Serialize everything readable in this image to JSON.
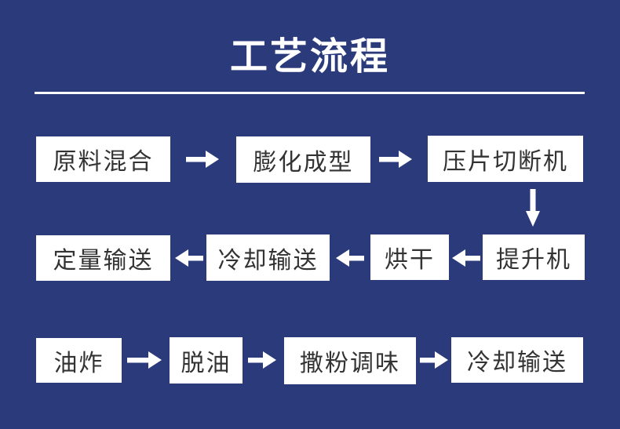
{
  "page": {
    "title": "工艺流程"
  },
  "colors": {
    "background": "#2B3A7B",
    "box_bg": "#FFFFFF",
    "box_text": "#333333",
    "accent_white": "#FFFFFF"
  },
  "flow": {
    "rows": [
      {
        "direction": "right",
        "steps": [
          {
            "label": "原料混合"
          },
          {
            "label": "膨化成型"
          },
          {
            "label": "压片切断机"
          }
        ]
      },
      {
        "direction": "left",
        "steps": [
          {
            "label": "定量输送"
          },
          {
            "label": "冷却输送"
          },
          {
            "label": "烘干"
          },
          {
            "label": "提升机"
          }
        ]
      },
      {
        "direction": "right",
        "steps": [
          {
            "label": "油炸"
          },
          {
            "label": "脱油"
          },
          {
            "label": "撒粉调味"
          },
          {
            "label": "冷却输送"
          }
        ]
      }
    ]
  }
}
